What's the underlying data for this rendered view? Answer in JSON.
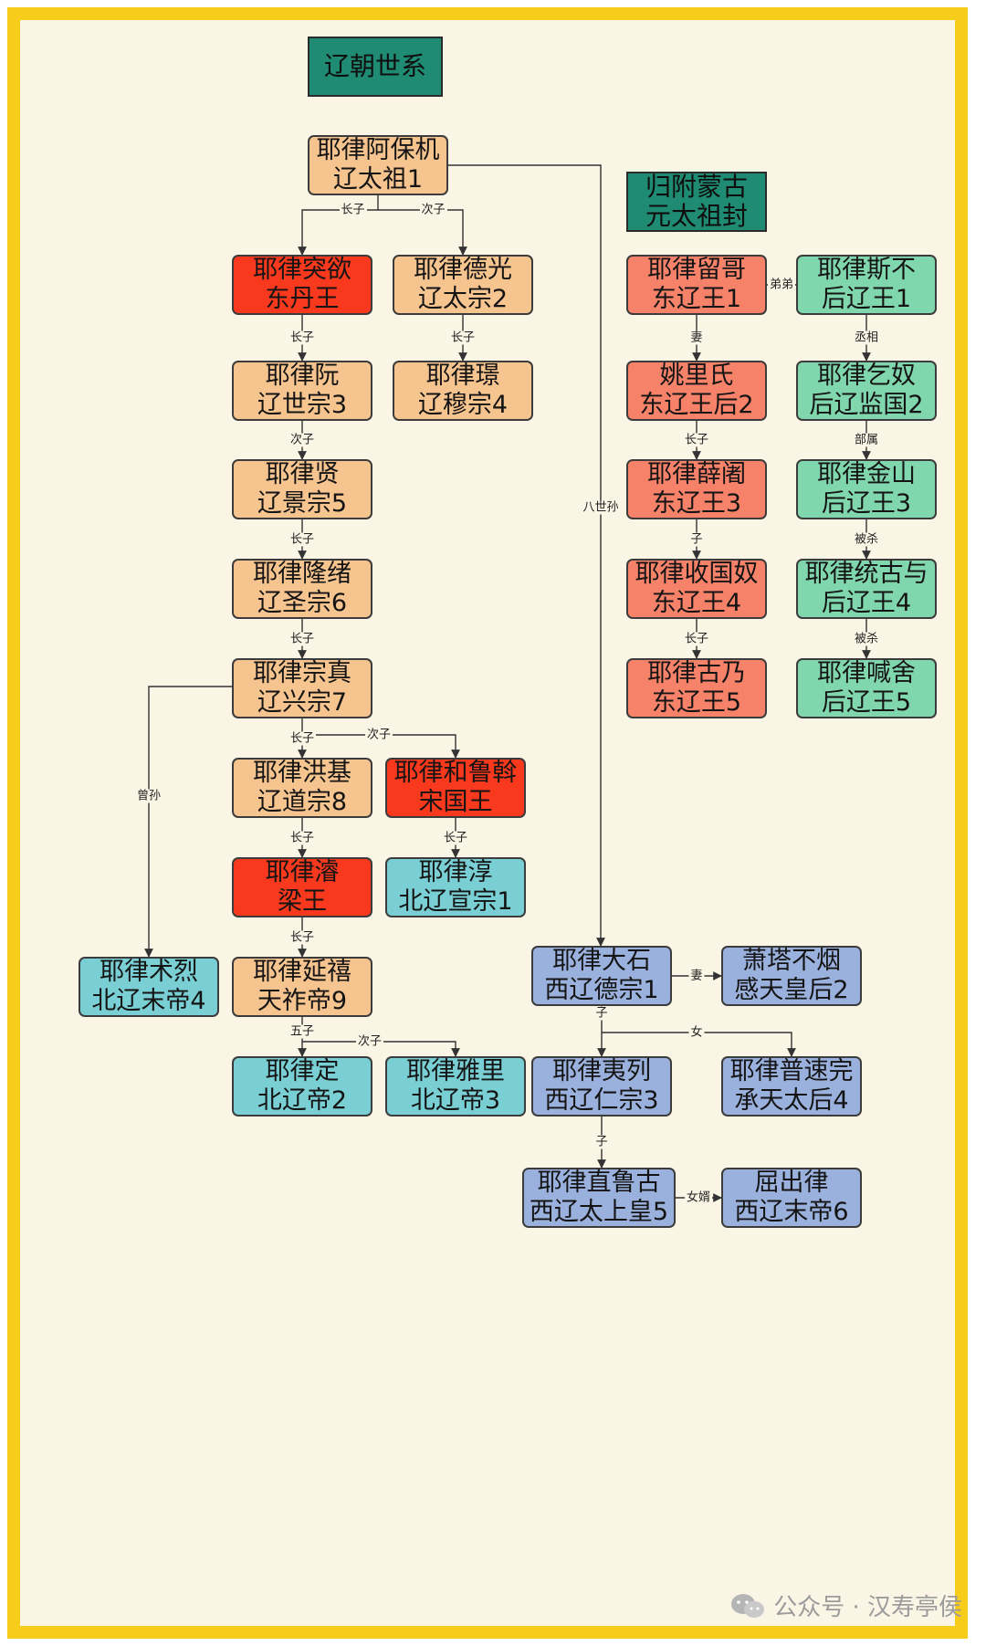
{
  "title": "辽朝世系",
  "subtitle": [
    "归附蒙古",
    "元太祖封"
  ],
  "colors": {
    "peach": "#f6c48f",
    "red": "#f8391d",
    "salmon": "#f7826a",
    "mint": "#80d6ad",
    "teal": "#7acfd4",
    "blue": "#9bb1dd",
    "header": "#1f8b73",
    "frame": "#f7cc1b",
    "background": "#fbf5e6"
  },
  "nodes": [
    {
      "id": "abaoji",
      "name": "耶律阿保机",
      "title": "辽太祖1",
      "color": "peach"
    },
    {
      "id": "tuyu",
      "name": "耶律突欲",
      "title": "东丹王",
      "color": "red"
    },
    {
      "id": "deguang",
      "name": "耶律德光",
      "title": "辽太宗2",
      "color": "peach"
    },
    {
      "id": "ruan",
      "name": "耶律阮",
      "title": "辽世宗3",
      "color": "peach"
    },
    {
      "id": "jing",
      "name": "耶律璟",
      "title": "辽穆宗4",
      "color": "peach"
    },
    {
      "id": "xian",
      "name": "耶律贤",
      "title": "辽景宗5",
      "color": "peach"
    },
    {
      "id": "longxu",
      "name": "耶律隆绪",
      "title": "辽圣宗6",
      "color": "peach"
    },
    {
      "id": "zongzhen",
      "name": "耶律宗真",
      "title": "辽兴宗7",
      "color": "peach"
    },
    {
      "id": "hongji",
      "name": "耶律洪基",
      "title": "辽道宗8",
      "color": "peach"
    },
    {
      "id": "heluwo",
      "name": "耶律和鲁斡",
      "title": "宋国王",
      "color": "red"
    },
    {
      "id": "jun",
      "name": "耶律濬",
      "title": "梁王",
      "color": "red"
    },
    {
      "id": "chun",
      "name": "耶律淳",
      "title": "北辽宣宗1",
      "color": "teal"
    },
    {
      "id": "shulie",
      "name": "耶律术烈",
      "title": "北辽末帝4",
      "color": "teal"
    },
    {
      "id": "yanxi",
      "name": "耶律延禧",
      "title": "天祚帝9",
      "color": "peach"
    },
    {
      "id": "ding",
      "name": "耶律定",
      "title": "北辽帝2",
      "color": "teal"
    },
    {
      "id": "yali",
      "name": "耶律雅里",
      "title": "北辽帝3",
      "color": "teal"
    },
    {
      "id": "liuge",
      "name": "耶律留哥",
      "title": "东辽王1",
      "color": "salmon"
    },
    {
      "id": "yaolishi",
      "name": "姚里氏",
      "title": "东辽王后2",
      "color": "salmon"
    },
    {
      "id": "xuedu",
      "name": "耶律薛阇",
      "title": "东辽王3",
      "color": "salmon"
    },
    {
      "id": "shouguonu",
      "name": "耶律收国奴",
      "title": "东辽王4",
      "color": "salmon"
    },
    {
      "id": "gunai",
      "name": "耶律古乃",
      "title": "东辽王5",
      "color": "salmon"
    },
    {
      "id": "sibu",
      "name": "耶律斯不",
      "title": "后辽王1",
      "color": "mint"
    },
    {
      "id": "qinu",
      "name": "耶律乞奴",
      "title": "后辽监国2",
      "color": "mint"
    },
    {
      "id": "jinshan",
      "name": "耶律金山",
      "title": "后辽王3",
      "color": "mint"
    },
    {
      "id": "tonggu",
      "name": "耶律统古与",
      "title": "后辽王4",
      "color": "mint"
    },
    {
      "id": "hanshe",
      "name": "耶律喊舍",
      "title": "后辽王5",
      "color": "mint"
    },
    {
      "id": "dashi",
      "name": "耶律大石",
      "title": "西辽德宗1",
      "color": "blue"
    },
    {
      "id": "tabuyan",
      "name": "萧塔不烟",
      "title": "感天皇后2",
      "color": "blue"
    },
    {
      "id": "yilie",
      "name": "耶律夷列",
      "title": "西辽仁宗3",
      "color": "blue"
    },
    {
      "id": "pusuwan",
      "name": "耶律普速完",
      "title": "承天太后4",
      "color": "blue"
    },
    {
      "id": "zhilugu",
      "name": "耶律直鲁古",
      "title": "西辽太上皇5",
      "color": "blue"
    },
    {
      "id": "quchulu",
      "name": "屈出律",
      "title": "西辽末帝6",
      "color": "blue"
    }
  ],
  "edges": [
    {
      "from": "abaoji",
      "to": "tuyu",
      "label": "长子"
    },
    {
      "from": "abaoji",
      "to": "deguang",
      "label": "次子"
    },
    {
      "from": "abaoji",
      "to": "dashi",
      "label": "八世孙"
    },
    {
      "from": "tuyu",
      "to": "ruan",
      "label": "长子"
    },
    {
      "from": "deguang",
      "to": "jing",
      "label": "长子"
    },
    {
      "from": "ruan",
      "to": "xian",
      "label": "次子"
    },
    {
      "from": "xian",
      "to": "longxu",
      "label": "长子"
    },
    {
      "from": "longxu",
      "to": "zongzhen",
      "label": "长子"
    },
    {
      "from": "zongzhen",
      "to": "hongji",
      "label": "长子"
    },
    {
      "from": "zongzhen",
      "to": "heluwo",
      "label": "次子"
    },
    {
      "from": "zongzhen",
      "to": "shulie",
      "label": "曾孙"
    },
    {
      "from": "hongji",
      "to": "jun",
      "label": "长子"
    },
    {
      "from": "heluwo",
      "to": "chun",
      "label": "长子"
    },
    {
      "from": "jun",
      "to": "yanxi",
      "label": "长子"
    },
    {
      "from": "yanxi",
      "to": "ding",
      "label": "五子"
    },
    {
      "from": "yanxi",
      "to": "yali",
      "label": "次子"
    },
    {
      "from": "liuge",
      "to": "sibu",
      "label": "弟弟"
    },
    {
      "from": "liuge",
      "to": "yaolishi",
      "label": "妻"
    },
    {
      "from": "yaolishi",
      "to": "xuedu",
      "label": "长子"
    },
    {
      "from": "xuedu",
      "to": "shouguonu",
      "label": "子"
    },
    {
      "from": "shouguonu",
      "to": "gunai",
      "label": "长子"
    },
    {
      "from": "sibu",
      "to": "qinu",
      "label": "丞相"
    },
    {
      "from": "qinu",
      "to": "jinshan",
      "label": "部属"
    },
    {
      "from": "jinshan",
      "to": "tonggu",
      "label": "被杀"
    },
    {
      "from": "tonggu",
      "to": "hanshe",
      "label": "被杀"
    },
    {
      "from": "dashi",
      "to": "tabuyan",
      "label": "妻"
    },
    {
      "from": "dashi",
      "to": "yilie",
      "label": "子"
    },
    {
      "from": "dashi",
      "to": "pusuwan",
      "label": "女"
    },
    {
      "from": "yilie",
      "to": "zhilugu",
      "label": "子"
    },
    {
      "from": "zhilugu",
      "to": "quchulu",
      "label": "女婿"
    }
  ],
  "watermark": "公众号 · 汉寿亭侯"
}
